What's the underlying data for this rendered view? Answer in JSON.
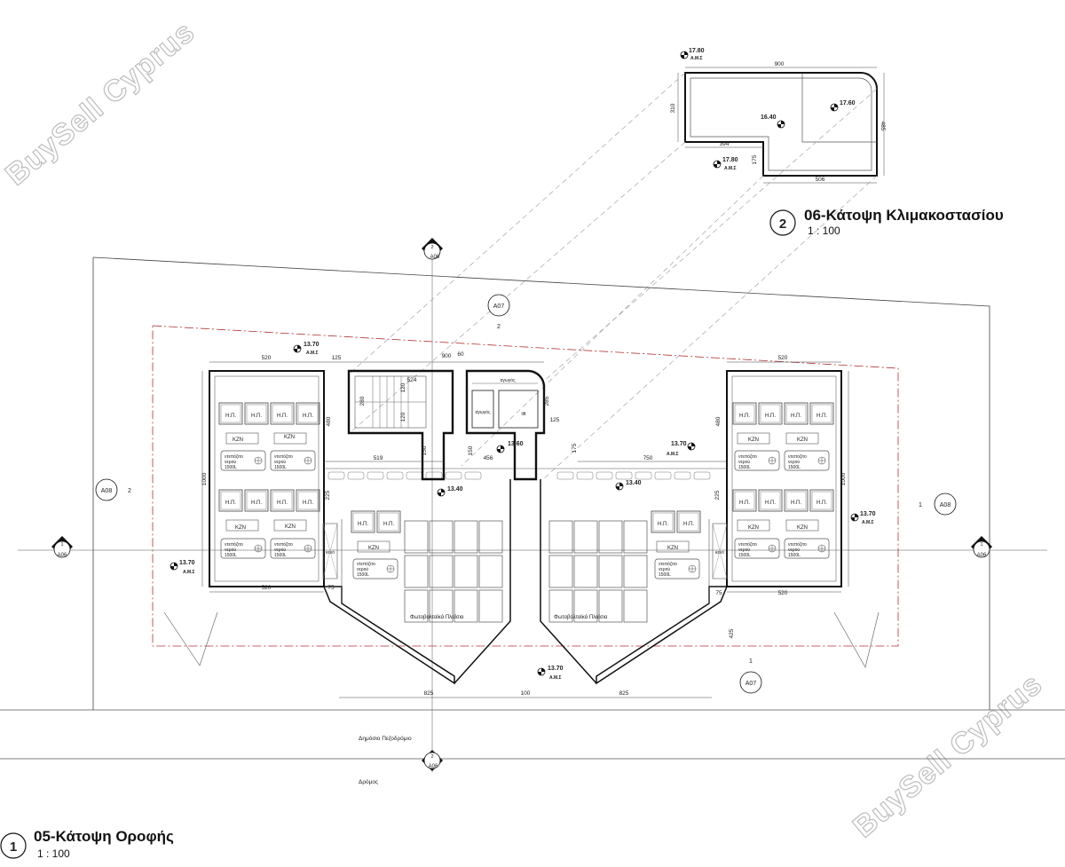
{
  "titles": {
    "main": "05-Κάτοψη Οροφής",
    "main_number": "1",
    "main_scale": "1 : 100",
    "stair": "06-Κάτοψη Κλιμακοστασίου",
    "stair_number": "2",
    "stair_scale": "1 : 100"
  },
  "watermark": "BuySell Cyprus",
  "levels": {
    "top_left": "17.80",
    "top_mid": "17.80",
    "top_right": "17.60",
    "top_center": "16.40",
    "roof_tl": "13.70",
    "roof_right_mid": "13.70",
    "roof_right": "13.70",
    "roof_left": "13.70",
    "roof_bottom": "13.70",
    "roof_center": "13.60",
    "terrace_left": "13.40",
    "terrace_right": "13.40",
    "ams": "Α.Μ.Σ"
  },
  "section_markers": {
    "a06": "A06",
    "a07": "A07",
    "a08": "A08",
    "one": "1",
    "two": "2"
  },
  "dims": {
    "d900": "900",
    "d310": "310",
    "d485": "485",
    "d394": "394",
    "d175": "175",
    "d506": "506",
    "d520": "520",
    "d125": "125",
    "d60": "60",
    "d524": "524",
    "d285": "285",
    "d280": "280",
    "d120": "120",
    "d480": "480",
    "d150": "150",
    "d519": "519",
    "d456": "456",
    "d750": "750",
    "d1000": "1000",
    "d225": "225",
    "d75": "75",
    "d425": "425",
    "d825": "825",
    "d100": "100"
  },
  "labels": {
    "hp": "Η.Π.",
    "kzn": "KZN",
    "tank_1": "ντεπόζιτο",
    "tank_2": "νερού",
    "tank_3": "1500L",
    "pv": "Φωτοβολταϊκά Πλαίσια",
    "void": "κενό",
    "lift": "lift",
    "duct": "αγωγός",
    "sidewalk": "Δημόσιο Πεζοδρόμιο",
    "road": "Δρόμος"
  }
}
